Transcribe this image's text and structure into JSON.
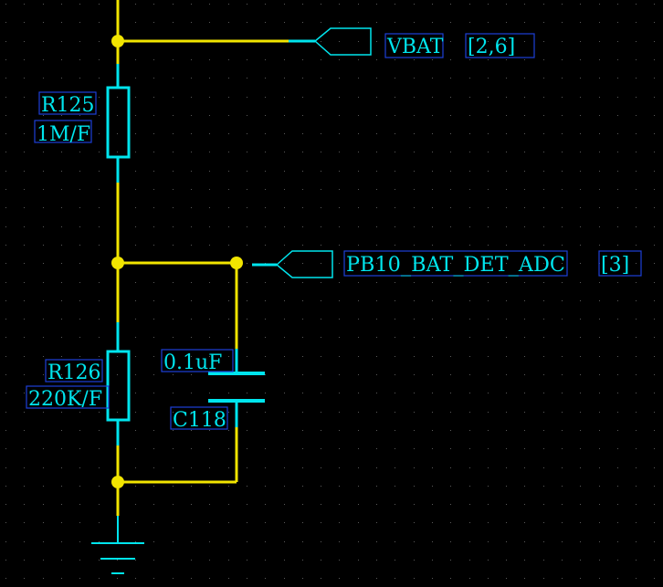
{
  "colors": {
    "background": "#000000",
    "wire": "#f2e500",
    "component": "#00e5ee",
    "label_text": "#00e5ee",
    "label_box": "#1d3fd8",
    "grid_dot": "#5a5a5a"
  },
  "nets": {
    "vbat": {
      "name": "VBAT",
      "ref": "[2,6]"
    },
    "adc": {
      "name": "PB10_BAT_DET_ADC",
      "ref": "[3]"
    }
  },
  "components": {
    "r125": {
      "designator": "R125",
      "value": "1M/F",
      "icon": "resistor-icon"
    },
    "r126": {
      "designator": "R126",
      "value": "220K/F",
      "icon": "resistor-icon"
    },
    "c118": {
      "designator": "C118",
      "value": "0.1uF",
      "icon": "capacitor-icon"
    }
  },
  "symbols": {
    "ground": "ground-icon",
    "port": "net-port-icon",
    "junction": "junction-dot-icon"
  }
}
